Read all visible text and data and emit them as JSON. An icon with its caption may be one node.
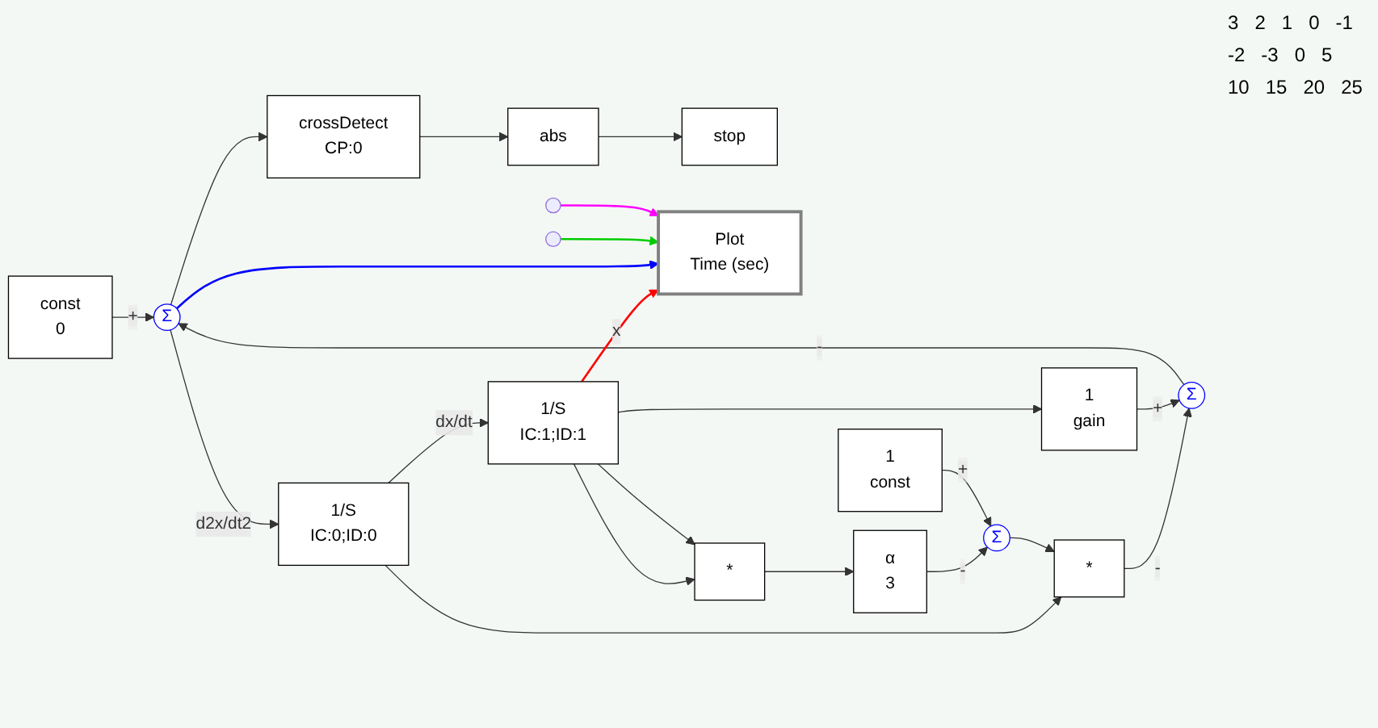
{
  "diagram": {
    "nodes": [
      {
        "text": [
          "const",
          "0"
        ]
      },
      {
        "text": [
          "Σ"
        ]
      },
      {
        "text": [
          "crossDetect",
          "CP:0"
        ]
      },
      {
        "text": [
          "abs"
        ]
      },
      {
        "text": [
          "stop"
        ]
      },
      {
        "text": [
          "1/S",
          "IC:0;ID:0"
        ]
      },
      {
        "text": [
          "1/S",
          "IC:1;ID:1"
        ]
      },
      {
        "text": [
          "Plot",
          "Time (sec)"
        ]
      },
      {
        "text": [
          "*"
        ]
      },
      {
        "text": [
          "Σ"
        ]
      },
      {
        "text": [
          "α",
          "3"
        ]
      },
      {
        "text": [
          "1",
          "const"
        ]
      },
      {
        "text": [
          "*"
        ]
      },
      {
        "text": [
          "Σ"
        ]
      },
      {
        "text": [
          "1",
          "gain"
        ]
      }
    ],
    "edges": [
      {
        "from": 0,
        "to": 1,
        "arrow": "to",
        "label": "+"
      },
      {
        "from": 13,
        "to": 1,
        "arrow": "to",
        "label": "-"
      },
      {
        "from": 1,
        "to": 2,
        "arrow": "to"
      },
      {
        "from": 2,
        "to": 3,
        "arrow": "to"
      },
      {
        "from": 3,
        "to": 4,
        "arrow": "to"
      },
      {
        "from": 1,
        "to": 5,
        "arrow": "to",
        "label": "d2x/dt2"
      },
      {
        "from": 5,
        "to": 6,
        "arrow": "to",
        "label": "dx/dt"
      },
      {
        "from": 6,
        "to": 7,
        "arrow": "to",
        "label": "x",
        "color": "#ff0000"
      },
      {
        "from": 1,
        "to": 7,
        "arrow": "to",
        "color": "#0000ff"
      },
      {
        "from": null,
        "to": 7,
        "arrow": "to",
        "color": "#00cc00"
      },
      {
        "from": null,
        "to": 7,
        "arrow": "to",
        "color": "#ff00ff"
      },
      {
        "from": 5,
        "to": 8,
        "arrow": "to"
      },
      {
        "from": 6,
        "to": 12,
        "arrow": "to"
      },
      {
        "from": 6,
        "to": 12,
        "arrow": "to"
      },
      {
        "from": 12,
        "to": 10,
        "arrow": "to"
      },
      {
        "from": 10,
        "to": 9,
        "arrow": "to",
        "label": "-"
      },
      {
        "from": 11,
        "to": 9,
        "arrow": "to",
        "label": "+"
      },
      {
        "from": 9,
        "to": 8,
        "arrow": "to"
      },
      {
        "from": 8,
        "to": 13,
        "arrow": "to",
        "label": "-"
      },
      {
        "from": 6,
        "to": 14,
        "arrow": "to"
      },
      {
        "from": 14,
        "to": 13,
        "arrow": "to",
        "label": "+"
      }
    ],
    "labels": [
      "3",
      "2",
      "1",
      "0",
      "-1",
      "-2",
      "-3",
      "0",
      "5",
      "10",
      "15",
      "20",
      "25"
    ]
  }
}
